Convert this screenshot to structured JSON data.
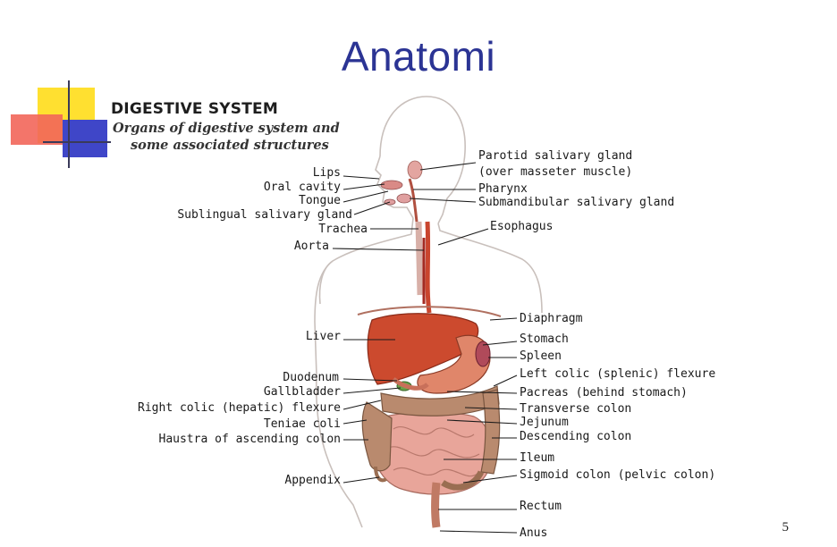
{
  "slide": {
    "title": "Anatomi",
    "page_number": "5"
  },
  "figure": {
    "heading": "DIGESTIVE SYSTEM",
    "subheading_line1": "Organs of digestive system and",
    "subheading_line2": "some associated structures",
    "labels_left": {
      "lips": "Lips",
      "oral_cavity": "Oral cavity",
      "tongue": "Tongue",
      "sublingual_gland": "Sublingual salivary gland",
      "trachea": "Trachea",
      "aorta": "Aorta",
      "liver": "Liver",
      "duodenum": "Duodenum",
      "gallbladder": "Gallbladder",
      "right_colic_flexure": "Right colic (hepatic) flexure",
      "teniae_coli": "Teniae coli",
      "haustra": "Haustra of ascending colon",
      "appendix": "Appendix"
    },
    "labels_right": {
      "parotid_line1": "Parotid salivary gland",
      "parotid_line2": "(over masseter muscle)",
      "pharynx": "Pharynx",
      "submandibular": "Submandibular salivary gland",
      "esophagus": "Esophagus",
      "diaphragm": "Diaphragm",
      "stomach": "Stomach",
      "spleen": "Spleen",
      "left_colic_flexure": "Left colic (splenic) flexure",
      "pancreas": "Pacreas (behind stomach)",
      "transverse_colon": "Transverse colon",
      "jejunum": "Jejunum",
      "descending_colon": "Descending colon",
      "ileum": "Ileum",
      "sigmoid_colon": "Sigmoid colon (pelvic colon)",
      "rectum": "Rectum",
      "anus": "Anus"
    }
  },
  "colors": {
    "title": "#2b3494",
    "liver": "#cc4a2e",
    "stomach": "#e0866a",
    "intestine": "#e8a59a",
    "colon": "#b98a6e",
    "body_outline": "#c9c0bc",
    "esophagus": "#c9452e"
  }
}
